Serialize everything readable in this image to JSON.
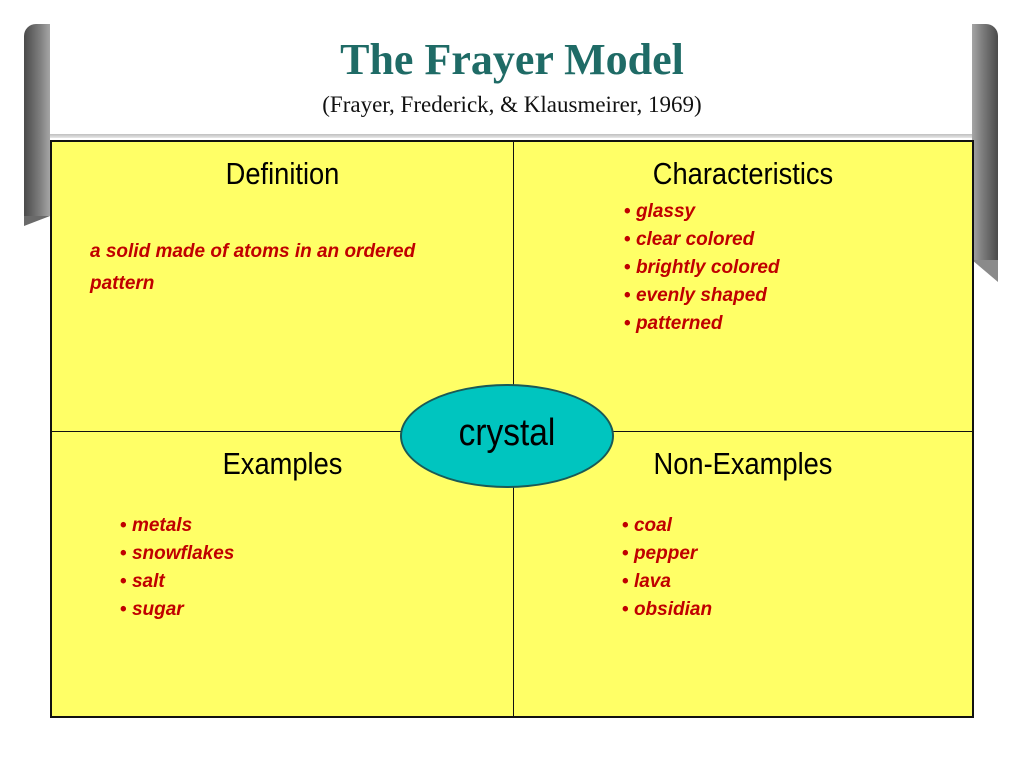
{
  "title": "The Frayer Model",
  "subtitle": "(Frayer, Frederick, & Klausmeirer, 1969)",
  "center_term": "crystal",
  "colors": {
    "title": "#1f6b66",
    "grid_fill": "#ffff66",
    "body_text": "#c00000",
    "ellipse_fill": "#00c5bf"
  },
  "quadrants": {
    "definition": {
      "heading": "Definition",
      "text": "a solid made of atoms in an ordered pattern"
    },
    "characteristics": {
      "heading": "Characteristics",
      "items": [
        "glassy",
        "clear colored",
        "brightly colored",
        "evenly shaped",
        "patterned"
      ]
    },
    "examples": {
      "heading": "Examples",
      "items": [
        "metals",
        "snowflakes",
        "salt",
        "sugar"
      ]
    },
    "non_examples": {
      "heading": "Non-Examples",
      "items": [
        "coal",
        "pepper",
        "lava",
        "obsidian"
      ]
    }
  }
}
